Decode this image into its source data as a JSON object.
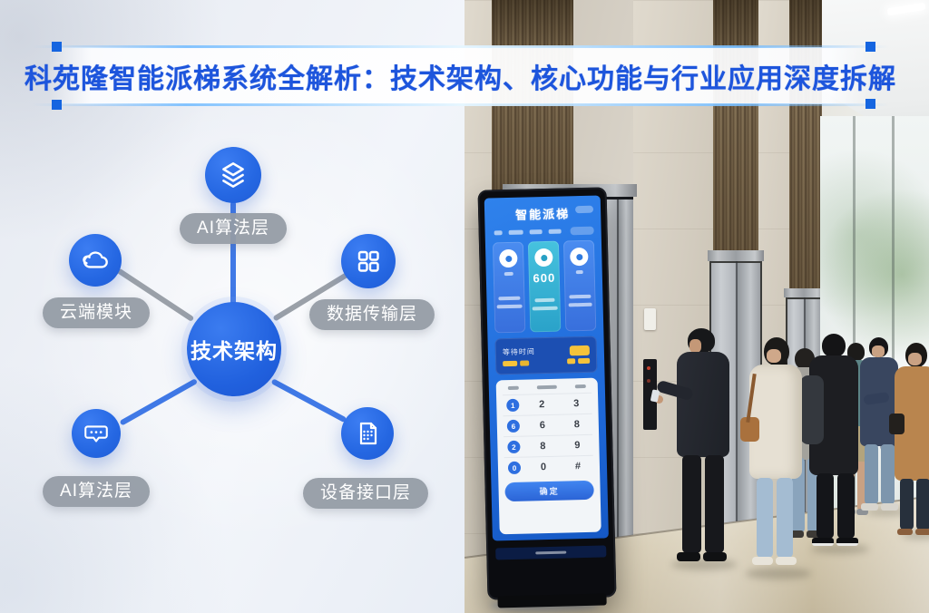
{
  "banner": {
    "title": "科苑隆智能派梯系统全解析：技术架构、核心功能与行业应用深度拆解",
    "accent_color": "#1d55dc"
  },
  "diagram": {
    "center_label": "技术架构",
    "nodes": {
      "top": {
        "label": "AI算法层",
        "icon": "layers-icon"
      },
      "left": {
        "label": "云端模块",
        "icon": "cloud-icon"
      },
      "right": {
        "label": "数据传输层",
        "icon": "grid-icon"
      },
      "bottom_left": {
        "label": "AI算法层",
        "icon": "chat-icon"
      },
      "bottom_right": {
        "label": "设备接口层",
        "icon": "document-icon"
      }
    },
    "colors": {
      "node_blue": "#2b6ce8",
      "pill_gray": "#949ba5",
      "line_gray": "#9aa0a8",
      "line_blue": "#4079e6"
    }
  },
  "kiosk": {
    "title": "智能派梯",
    "card_value": "600",
    "wait_label": "等待时间",
    "table": {
      "badges": [
        "1",
        "6",
        "2",
        "0"
      ],
      "rows": [
        [
          "2",
          "3"
        ],
        [
          "6",
          "8"
        ],
        [
          "8",
          "9"
        ],
        [
          "0",
          "#"
        ]
      ]
    },
    "button_label": "确定",
    "accent_yellow": "#f5c33b",
    "screen_blue": "#1d66d6"
  }
}
